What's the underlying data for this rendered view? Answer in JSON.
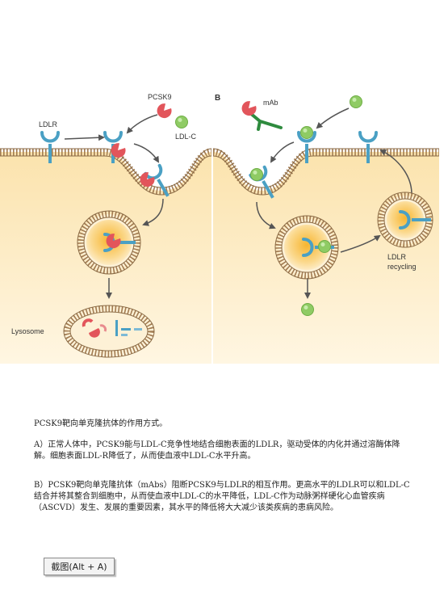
{
  "figure": {
    "panel_b_letter": "B",
    "labels": {
      "pcsk9": "PCSK9",
      "ldlr": "LDLR",
      "ldl_c": "LDL-C",
      "mab": "mAb",
      "lysosome": "Lysosome",
      "ldlr_recycling_line1": "LDLR",
      "ldlr_recycling_line2": "recycling"
    },
    "colors": {
      "cytoplasm": "#fbe6b4",
      "membrane": "#a27c52",
      "receptor": "#4aa0c4",
      "pcsk9": "#e2555b",
      "ldl": "#8fcb64",
      "mab": "#2e8b3e",
      "arrow": "#555555",
      "vesicle_core": "#f6b63a"
    }
  },
  "caption": {
    "title": "PCSK9靶向单克隆抗体的作用方式。",
    "part_a": "A）正常人体中，PCSK9能与LDL-C竞争性地结合细胞表面的LDLR，驱动受体的内化并通过溶酶体降解。细胞表面LDL-R降低了，从而使血液中LDL-C水平升高。",
    "part_b": "B）PCSK9靶向单克隆抗体（mAbs）阻断PCSK9与LDLR的相互作用。更高水平的LDLR可以和LDL-C结合并将其整合到细胞中，从而使血液中LDL-C的水平降低，LDL-C作为动脉粥样硬化心血管疾病（ASCVD）发生、发展的重要因素，其水平的降低将大大减少该类疾病的患病风险。"
  },
  "toolbar": {
    "screenshot_label": "截图(Alt + A)"
  }
}
